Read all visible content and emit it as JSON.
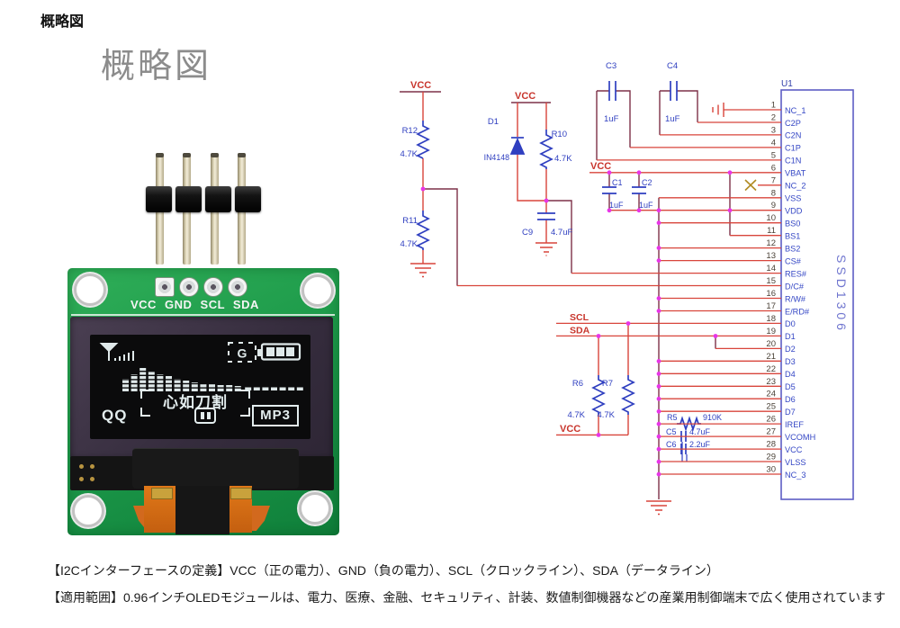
{
  "header": {
    "doc_label": "概略図",
    "section_title": "概略図"
  },
  "module_photo": {
    "pin_row_label": "VCC GND SCL SDA",
    "screen": {
      "song_title": "心如刀割",
      "app_label": "QQ",
      "format_badge": "MP3",
      "g_badge": "G",
      "battery_segments": 3,
      "eq_bar_heights": [
        14,
        19,
        26,
        23,
        19,
        17,
        14,
        12,
        10,
        9,
        8,
        7,
        7,
        6
      ],
      "eq_dash_count": 7
    }
  },
  "schematic": {
    "labels": {
      "vcc": "VCC",
      "scl": "SCL",
      "sda": "SDA"
    },
    "ic": {
      "ref": "U1",
      "name": "SSD1306",
      "pins": [
        {
          "num": "1",
          "label": "NC_1"
        },
        {
          "num": "2",
          "label": "C2P"
        },
        {
          "num": "3",
          "label": "C2N"
        },
        {
          "num": "4",
          "label": "C1P"
        },
        {
          "num": "5",
          "label": "C1N"
        },
        {
          "num": "6",
          "label": "VBAT"
        },
        {
          "num": "7",
          "label": "NC_2"
        },
        {
          "num": "8",
          "label": "VSS"
        },
        {
          "num": "9",
          "label": "VDD"
        },
        {
          "num": "10",
          "label": "BS0"
        },
        {
          "num": "11",
          "label": "BS1"
        },
        {
          "num": "12",
          "label": "BS2"
        },
        {
          "num": "13",
          "label": "CS#"
        },
        {
          "num": "14",
          "label": "RES#"
        },
        {
          "num": "15",
          "label": "D/C#"
        },
        {
          "num": "16",
          "label": "R/W#"
        },
        {
          "num": "17",
          "label": "E/RD#"
        },
        {
          "num": "18",
          "label": "D0"
        },
        {
          "num": "19",
          "label": "D1"
        },
        {
          "num": "20",
          "label": "D2"
        },
        {
          "num": "21",
          "label": "D3"
        },
        {
          "num": "22",
          "label": "D4"
        },
        {
          "num": "23",
          "label": "D5"
        },
        {
          "num": "24",
          "label": "D6"
        },
        {
          "num": "25",
          "label": "D7"
        },
        {
          "num": "26",
          "label": "IREF"
        },
        {
          "num": "27",
          "label": "VCOMH"
        },
        {
          "num": "28",
          "label": "VCC"
        },
        {
          "num": "29",
          "label": "VLSS"
        },
        {
          "num": "30",
          "label": "NC_3"
        }
      ]
    },
    "parts": {
      "r12": {
        "ref": "R12",
        "value": "4.7K"
      },
      "r11": {
        "ref": "R11",
        "value": "4.7K"
      },
      "r10": {
        "ref": "R10",
        "value": "4.7K"
      },
      "d1": {
        "ref": "D1",
        "value": "IN4148"
      },
      "c9": {
        "ref": "C9",
        "value": "4.7uF"
      },
      "c3": {
        "ref": "C3",
        "value": "1uF"
      },
      "c4": {
        "ref": "C4",
        "value": "1uF"
      },
      "c1": {
        "ref": "C1",
        "value": "1uF"
      },
      "c2": {
        "ref": "C2",
        "value": "1uF"
      },
      "r6": {
        "ref": "R6",
        "value": "4.7K"
      },
      "r7": {
        "ref": "R7",
        "value": "4.7K"
      },
      "r5": {
        "ref": "R5",
        "value": "910K"
      },
      "c5": {
        "ref": "C5",
        "value": "4.7uF"
      },
      "c6": {
        "ref": "C6",
        "value": "2.2uF"
      }
    },
    "colors": {
      "wire_red": "#d8453b",
      "wire_maroon": "#7d3048",
      "component_blue": "#2f3fc0",
      "junction_magenta": "#e835e8",
      "ic_outline": "#5d5dc4"
    }
  },
  "footer": {
    "line1": "【I2Cインターフェースの定義】VCC（正の電力）、GND（負の電力）、SCL（クロックライン）、SDA（データライン）",
    "line2": "【適用範囲】0.96インチOLEDモジュールは、電力、医療、金融、セキュリティ、計装、数値制御機器などの産業用制御端末で広く使用されています"
  }
}
